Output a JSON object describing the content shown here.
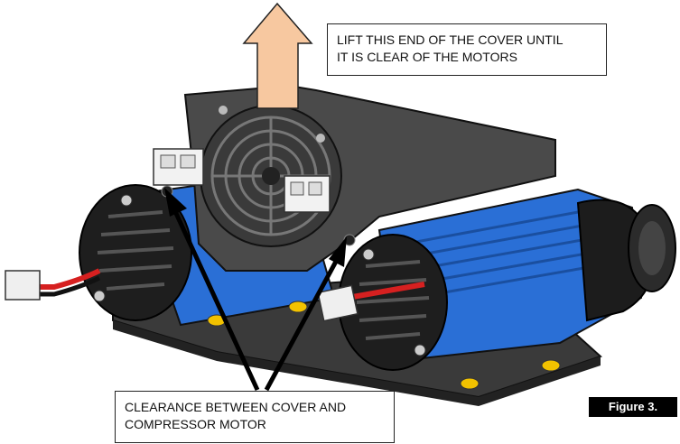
{
  "callouts": {
    "lift": "LIFT THIS END OF THE COVER UNTIL\nIT IS CLEAR OF THE MOTORS",
    "clearance": "CLEARANCE BETWEEN COVER AND\nCOMPRESSOR MOTOR"
  },
  "figure_label": "Figure 3.",
  "colors": {
    "motor_blue": "#2a6fd6",
    "cover_gray": "#4a4a4a",
    "arrow_fill": "#f7c8a0",
    "wire_red": "#d62020",
    "label_bg": "#000000"
  },
  "icons": [
    "up-arrow-icon",
    "pointer-arrow-icon"
  ]
}
